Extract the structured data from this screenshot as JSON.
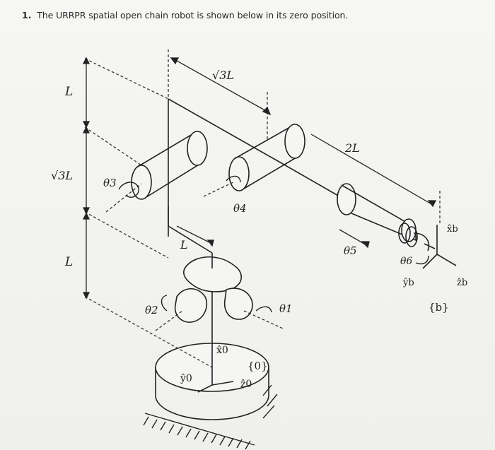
{
  "question": {
    "number": "1.",
    "text": "The URRPR spatial open chain robot is shown below in its zero position."
  },
  "figure": {
    "dim_left_top": "L",
    "dim_left_middle": "√3L",
    "dim_left_bottom": "L",
    "dim_top": "√3L",
    "dim_2L": "2L",
    "dim_L_mid": "L",
    "theta1": "θ1",
    "theta2": "θ2",
    "theta3": "θ3",
    "theta4": "θ4",
    "theta5": "θ5",
    "theta6": "θ6",
    "x0": "x̂0",
    "y0": "ŷ0",
    "z0": "ẑ0",
    "frame0": "{0}",
    "xb": "x̂b",
    "yb": "ŷb",
    "zb": "ẑb",
    "frameb": "{b}"
  }
}
